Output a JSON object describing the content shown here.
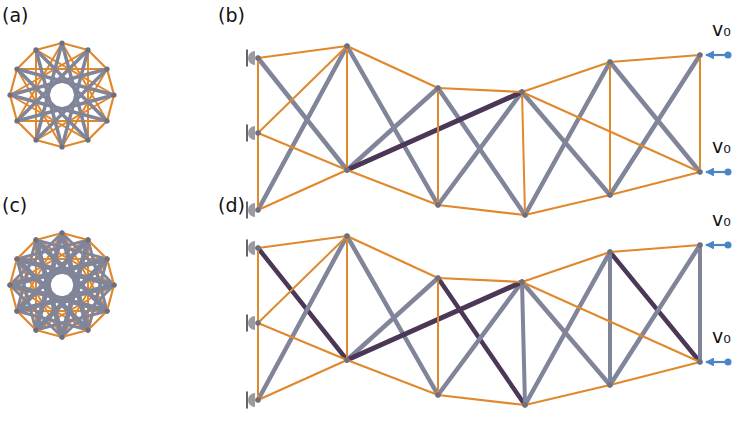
{
  "diagram": {
    "labels": [
      "(a)",
      "(b)",
      "(c)",
      "(d)",
      "v₀",
      "v₀",
      "v₀",
      "v₀"
    ]
  }
}
